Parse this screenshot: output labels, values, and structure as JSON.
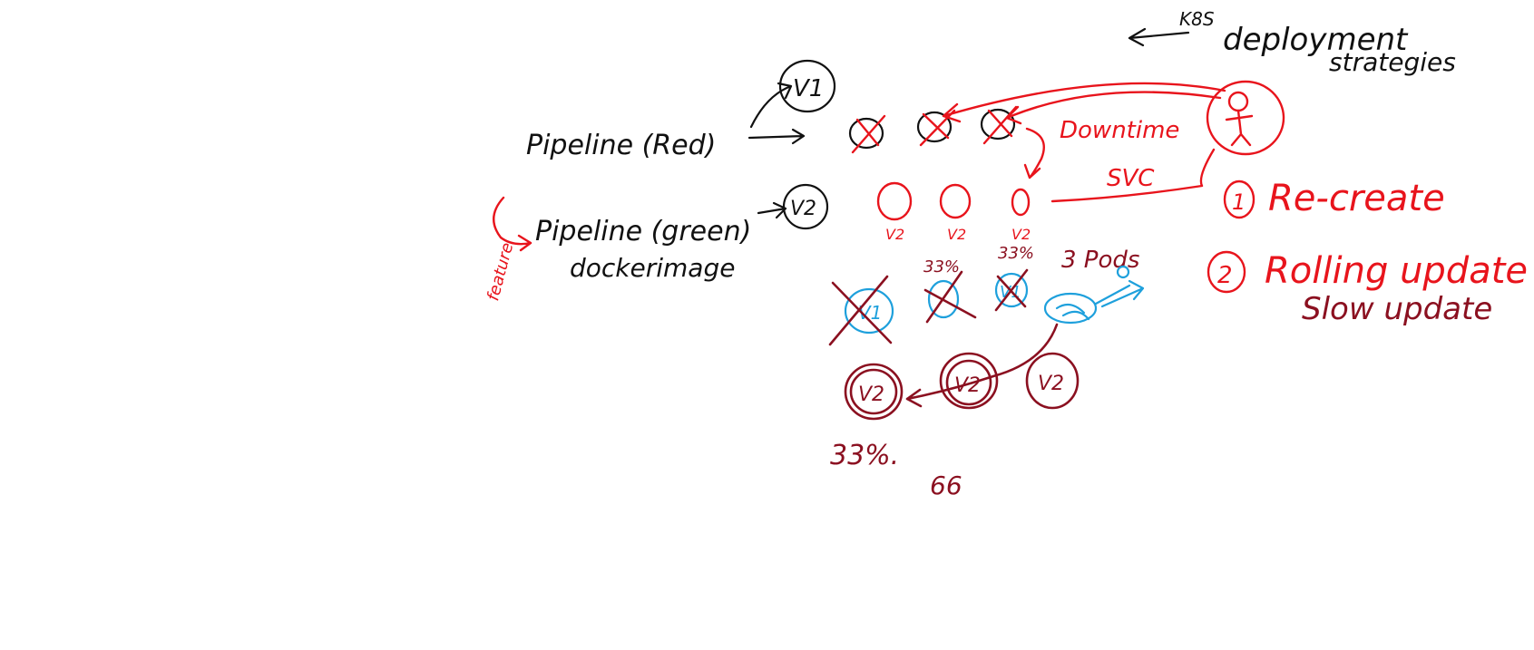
{
  "title": {
    "arrow_label": "K8S",
    "line1": "deployment",
    "line2": "strategies"
  },
  "pipelines": {
    "red": "Pipeline (Red)",
    "green": "Pipeline (green)",
    "feature_note": "feature",
    "docker_image": "dockerimage"
  },
  "versions": {
    "v1": "V1",
    "v2": "V2"
  },
  "notes": {
    "downtime": "Downtime",
    "svc": "SVC",
    "pct_33_a": "33%",
    "pct_33_b": "33%",
    "pods": "3 Pods",
    "pct_33_bottom": "33%.",
    "sixty_six": "66"
  },
  "strategies": [
    {
      "number": "1",
      "label": "Re-create"
    },
    {
      "number": "2",
      "label": "Rolling update"
    }
  ],
  "strategy_note": "Slow update",
  "colors": {
    "black": "#111111",
    "red": "#e8141c",
    "maroon": "#8b1020",
    "blue": "#1ea0dc"
  }
}
